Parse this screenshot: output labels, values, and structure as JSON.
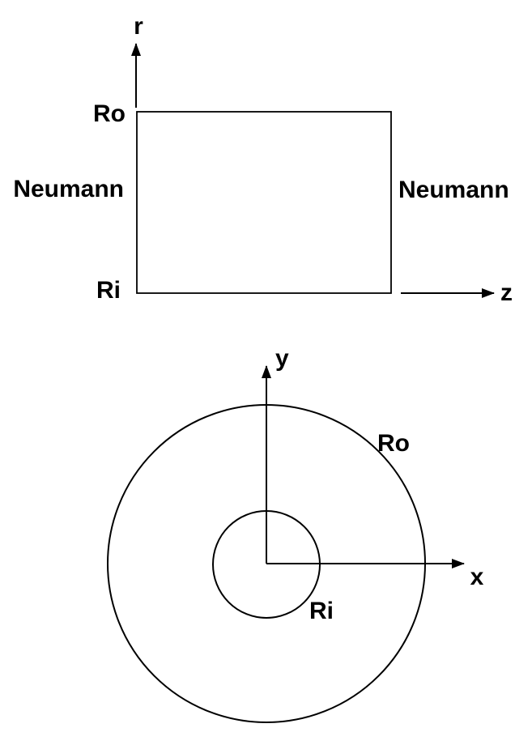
{
  "page": {
    "background_color": "#ffffff",
    "stroke_color": "#000000"
  },
  "top_diagram": {
    "description": "rz-plane cross-section rectangle with Neumann boundary conditions",
    "r_axis_label": "r",
    "z_axis_label": "z",
    "outer_radius_label": "Ro",
    "inner_radius_label": "Ri",
    "left_boundary_label": "Neumann",
    "right_boundary_label": "Neumann"
  },
  "bottom_diagram": {
    "description": "xy-plane annulus cross-section with inner and outer circles",
    "y_axis_label": "y",
    "x_axis_label": "x",
    "outer_radius_label": "Ro",
    "inner_radius_label": "Ri"
  }
}
